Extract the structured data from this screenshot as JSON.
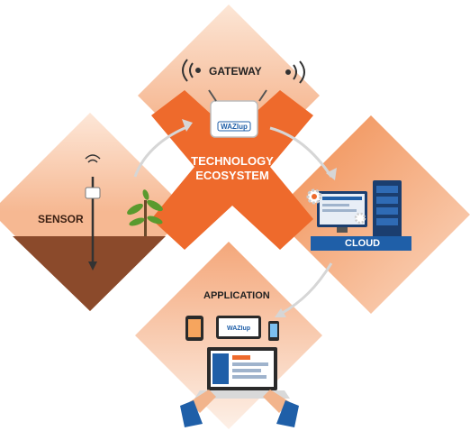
{
  "center": {
    "line1": "TECHNOLOGY",
    "line2": "ECOSYSTEM"
  },
  "labels": {
    "gateway": "GATEWAY",
    "sensor": "SENSOR",
    "cloud": "CLOUD",
    "application": "APPLICATION"
  },
  "brand": {
    "logo_text": "WAZIup",
    "logo_text_small": "WAZIup"
  },
  "colors": {
    "x_orange": "#ee6a2c",
    "diamond_light": "#fbe0cf",
    "diamond_mid": "#f3a678",
    "soil": "#8b4a2b",
    "cloud_blue": "#1f5fa8",
    "server_dark": "#1b3e6f",
    "plant_green": "#5a9a2e"
  },
  "icons": [
    "wifi-icon",
    "gear-icon",
    "plant-icon",
    "server-icon",
    "laptop-icon",
    "phone-icon",
    "tablet-icon",
    "arrow-icon"
  ]
}
